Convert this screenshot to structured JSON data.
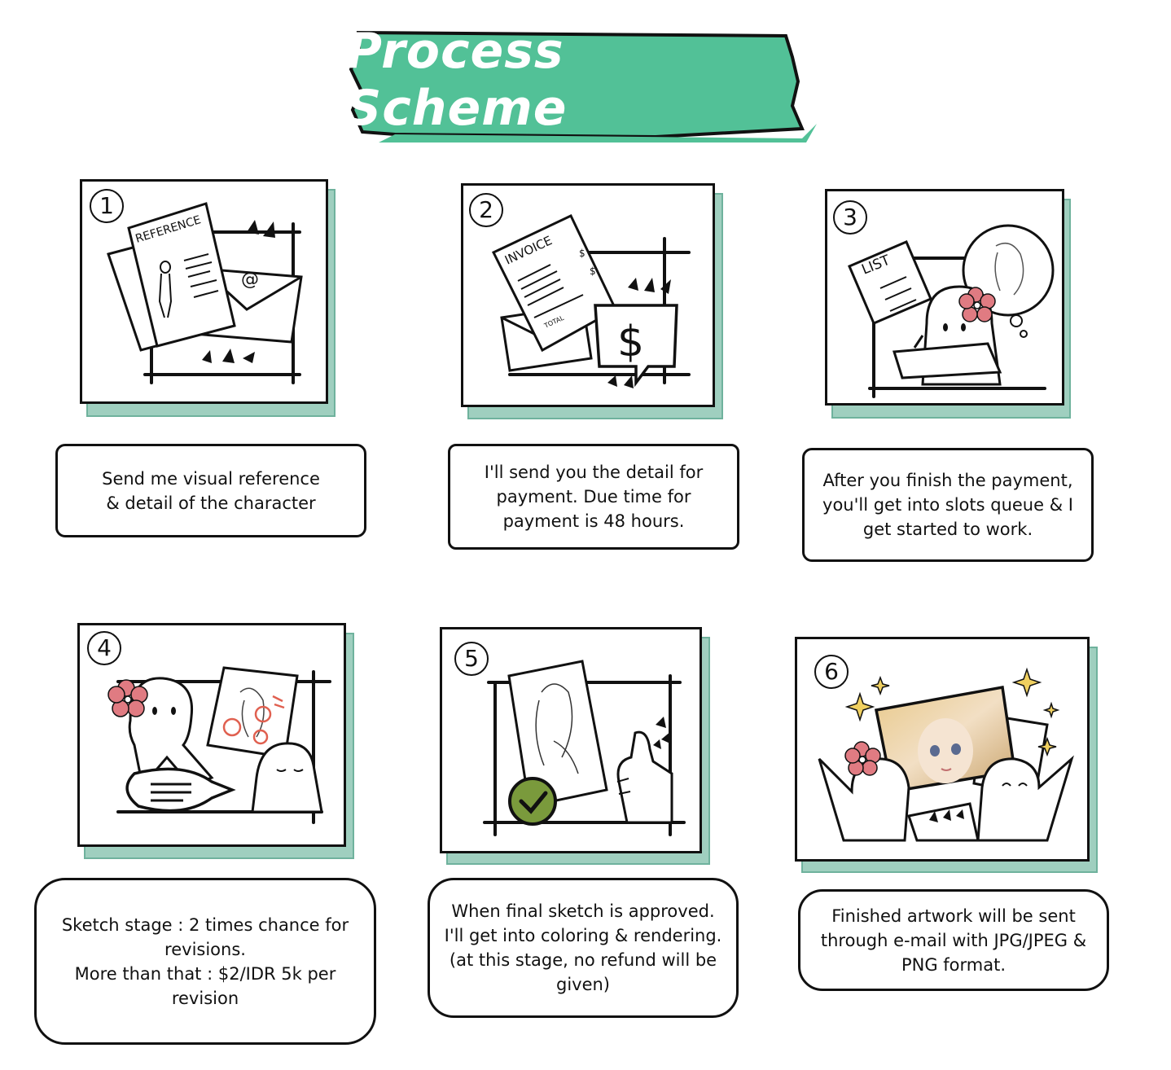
{
  "header": {
    "title": "Process Scheme"
  },
  "colors": {
    "accent": "#52c197",
    "panel_shadow": "#9fcfbf",
    "flower": "#e07b82",
    "check": "#7a9a3c",
    "ink": "#111111"
  },
  "steps": [
    {
      "number": "1",
      "icons": [
        "reference-document-icon",
        "envelope-icon"
      ],
      "doc_label": "REFERENCE",
      "caption_lines": [
        "Send me visual reference",
        "& detail of the character"
      ]
    },
    {
      "number": "2",
      "icons": [
        "invoice-icon",
        "dollar-speech-bubble-icon"
      ],
      "doc_label": "INVOICE",
      "doc_total": "TOTAL",
      "money_symbol": "$",
      "caption_lines": [
        "I'll send you the detail for",
        "payment. Due time for",
        "payment is 48 hours."
      ]
    },
    {
      "number": "3",
      "icons": [
        "list-icon",
        "artist-drawing-icon",
        "thought-bubble-icon"
      ],
      "doc_label": "LIST",
      "caption_lines": [
        "After you finish the payment,",
        "you'll get into slots queue & I",
        "get started to work."
      ]
    },
    {
      "number": "4",
      "icons": [
        "sketch-review-icon",
        "speech-bubble-icon"
      ],
      "caption_lines": [
        "Sketch stage : 2 times chance for",
        "revisions.",
        "More than that : $2/IDR 5k per",
        "revision"
      ]
    },
    {
      "number": "5",
      "icons": [
        "approved-sketch-icon",
        "check-icon",
        "thumbs-up-icon"
      ],
      "caption_lines": [
        "When final sketch is approved.",
        "I'll get into coloring & rendering.",
        "(at this stage, no refund will be",
        "given)"
      ]
    },
    {
      "number": "6",
      "icons": [
        "finished-artwork-icon",
        "sparkle-icon",
        "celebration-icon"
      ],
      "caption_lines": [
        "Finished artwork will be sent",
        "through e-mail with JPG/JPEG &",
        "PNG format."
      ]
    }
  ]
}
